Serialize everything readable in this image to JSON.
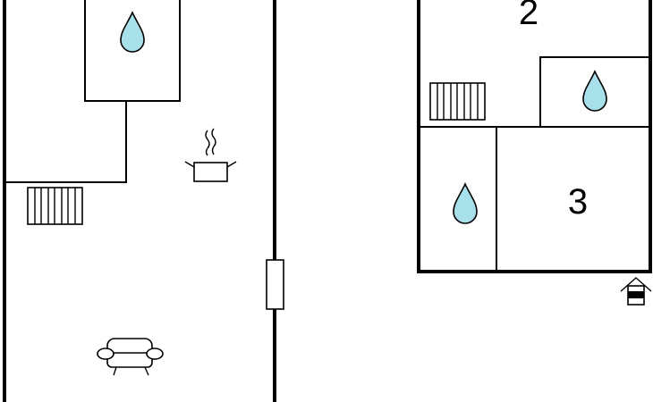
{
  "floor_plan": {
    "rooms": [
      {
        "id": "room-2",
        "label": "2"
      },
      {
        "id": "room-3",
        "label": "3"
      }
    ],
    "symbols": {
      "water": "water-drop-icon",
      "radiator": "radiator-icon",
      "kitchen": "cooking-pot-icon",
      "sofa": "armchair-icon",
      "door": "door-icon",
      "entrance": "entrance-icon"
    }
  }
}
